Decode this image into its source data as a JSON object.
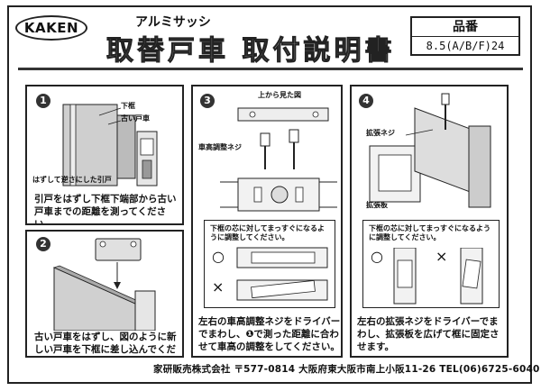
{
  "header": {
    "logo": "KAKEN",
    "subtitle": "アルミサッシ",
    "title": "取替戸車 取付説明書",
    "part_number_label": "品番",
    "part_number": "8.5(A/B/F)24"
  },
  "step1": {
    "number": "1",
    "label_frame": "下框",
    "label_roller": "古い戸車",
    "note": "はずして逆さにした引戸",
    "caption": "引戸をはずし下框下端部から古い戸車までの距離を測ってください。"
  },
  "step2": {
    "number": "2",
    "caption": "古い戸車をはずし、図のように新しい戸車を下框に差し込んでください。"
  },
  "step3": {
    "number": "3",
    "label_top": "上から見た図",
    "label_screw": "車高調整ネジ",
    "instruction": "下框の芯に対してまっすぐになるように調整してください。",
    "ok_mark": "○",
    "ng_mark": "×",
    "caption": "左右の車高調整ネジをドライバーでまわし、❶で測った距離に合わせて車高の調整をしてください。"
  },
  "step4": {
    "number": "4",
    "label_screw": "拡張ネジ",
    "label_plate": "拡張板",
    "instruction": "下框の芯に対してまっすぐになるように調整してください。",
    "ok_mark": "○",
    "ng_mark": "×",
    "caption": "左右の拡張ネジをドライバーでまわし、拡張板を広げて框に固定させます。"
  },
  "footer": {
    "text": "家研販売株式会社 〒577-0814 大阪府東大阪市南上小阪11-26 TEL(06)6725-6040"
  }
}
